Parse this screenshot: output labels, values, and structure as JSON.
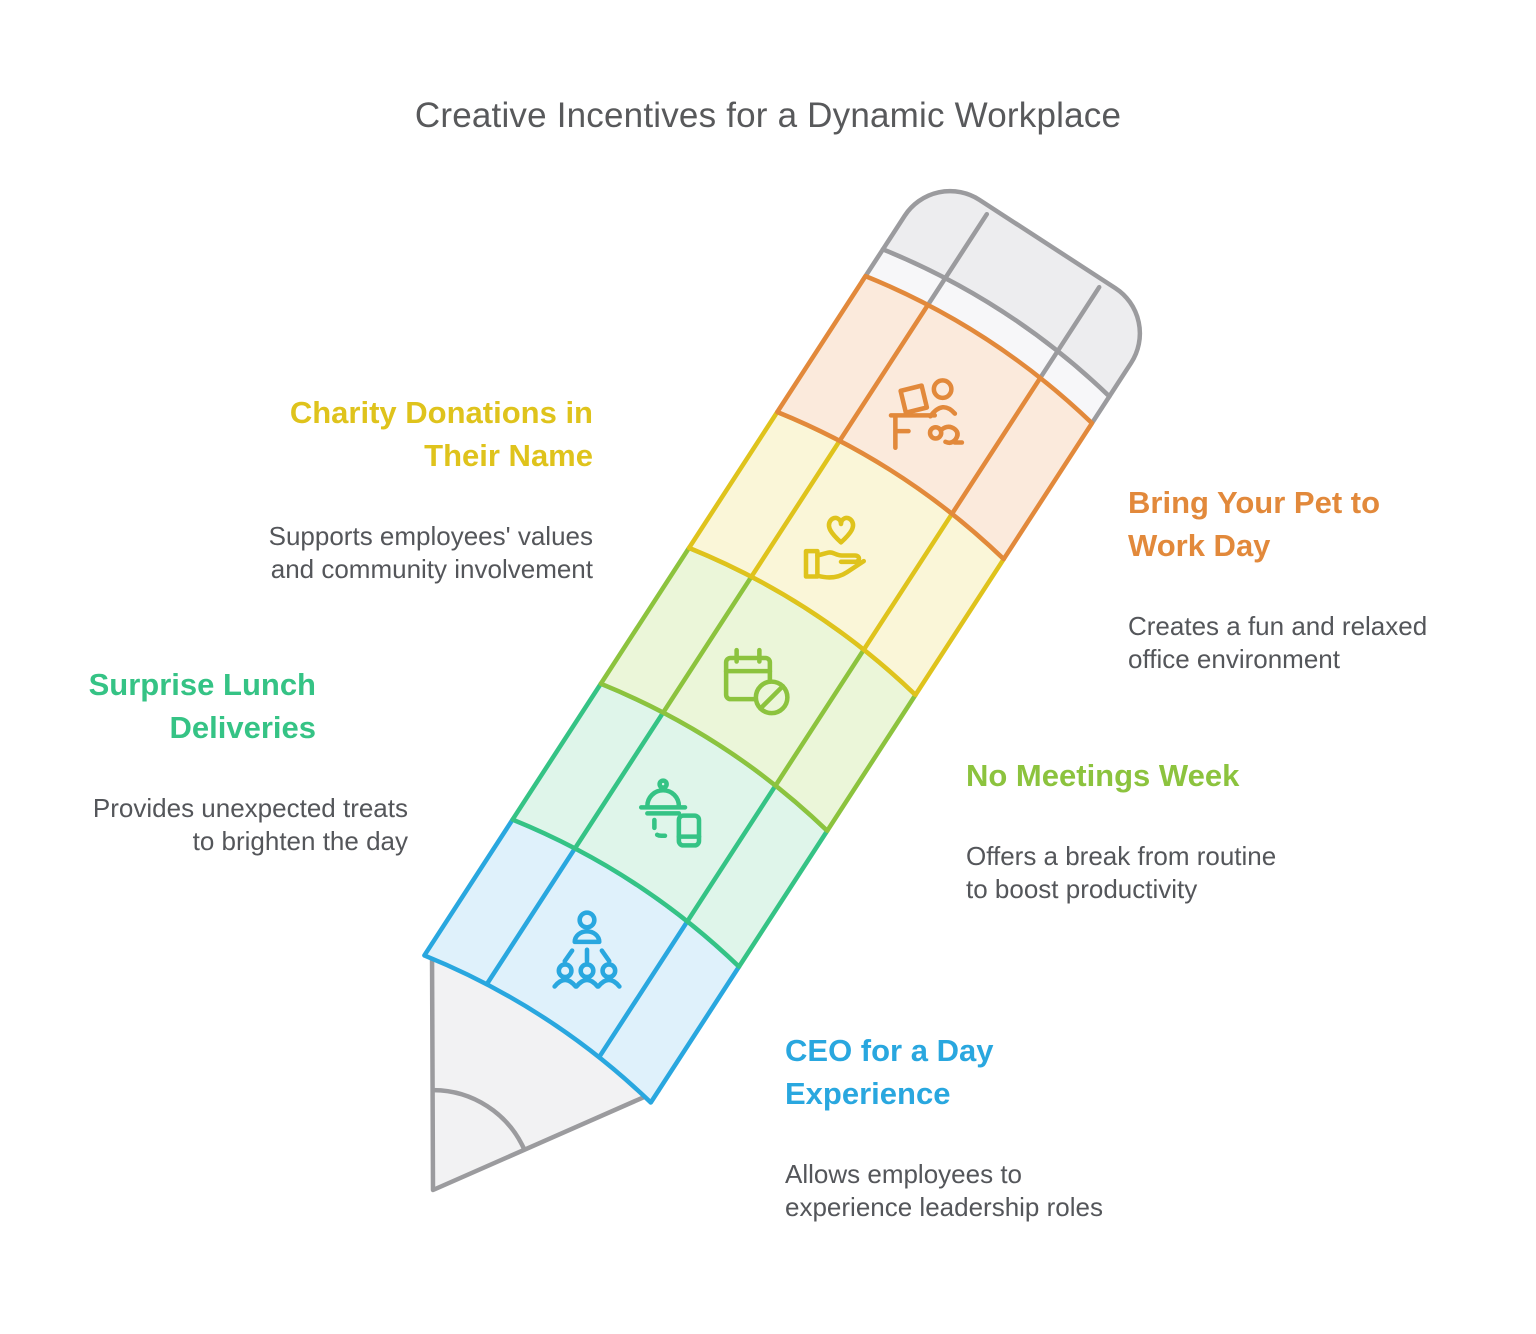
{
  "title": {
    "text": "Creative Incentives for a Dynamic Workplace",
    "color": "#58595B"
  },
  "pencil": {
    "gray_stroke": "#9B9B9E",
    "wood_fill": "#F2F2F3",
    "band_fill": "#F7F7F9",
    "eraser_fill": "#EDEDEF"
  },
  "sections": [
    {
      "heading": "Bring Your Pet to\nWork Day",
      "description": "Creates a fun and relaxed\noffice environment",
      "color": "#E2893B",
      "fill": "#FBEADC",
      "icon": "pet-at-work-icon"
    },
    {
      "heading": "Charity Donations in\nTheir Name",
      "description": "Supports employees' values\nand community involvement",
      "color": "#DFC31C",
      "fill": "#FAF6D8",
      "icon": "heart-in-hand-icon"
    },
    {
      "heading": "No Meetings Week",
      "description": "Offers a break from routine\nto boost productivity",
      "color": "#8CC33E",
      "fill": "#EBF6D9",
      "icon": "no-meetings-calendar-icon"
    },
    {
      "heading": "Surprise Lunch\nDeliveries",
      "description": "Provides unexpected treats\nto brighten the day",
      "color": "#35C385",
      "fill": "#DFF5EA",
      "icon": "lunch-delivery-icon"
    },
    {
      "heading": "CEO for a Day\nExperience",
      "description": "Allows employees to\nexperience leadership roles",
      "color": "#29A7DF",
      "fill": "#DFF1FB",
      "icon": "ceo-leader-icon"
    }
  ]
}
